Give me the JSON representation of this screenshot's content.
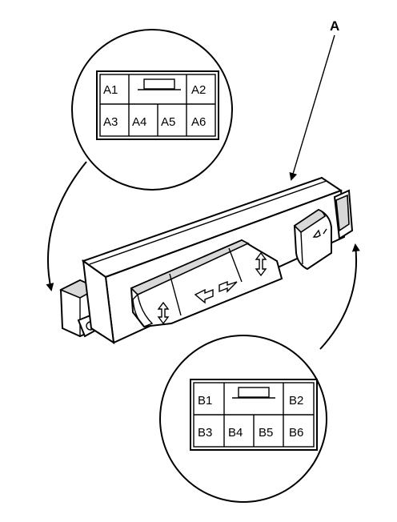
{
  "callout": {
    "label": "A"
  },
  "connector_a": {
    "pins": [
      "A1",
      "A2",
      "A3",
      "A4",
      "A5",
      "A6"
    ]
  },
  "connector_b": {
    "pins": [
      "B1",
      "B2",
      "B3",
      "B4",
      "B5",
      "B6"
    ]
  },
  "colors": {
    "ink": "#000000",
    "paper": "#ffffff",
    "shade": "#d8d8d8"
  }
}
